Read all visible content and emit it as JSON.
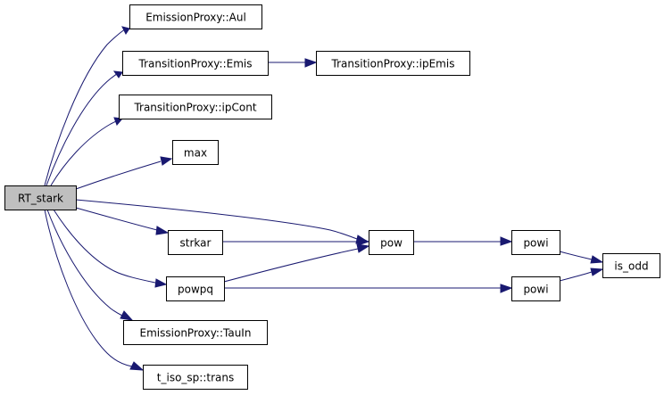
{
  "graph": {
    "edge_color": "#191970",
    "root_fill": "#bfbfbf",
    "nodes": [
      {
        "id": "rt_stark",
        "label": "RT_stark",
        "root": true
      },
      {
        "id": "emission_aul",
        "label": "EmissionProxy::Aul"
      },
      {
        "id": "transition_emis",
        "label": "TransitionProxy::Emis"
      },
      {
        "id": "transition_ipemis",
        "label": "TransitionProxy::ipEmis"
      },
      {
        "id": "transition_ipcont",
        "label": "TransitionProxy::ipCont"
      },
      {
        "id": "max",
        "label": "max"
      },
      {
        "id": "strkar",
        "label": "strkar"
      },
      {
        "id": "pow",
        "label": "pow"
      },
      {
        "id": "powi_1",
        "label": "powi"
      },
      {
        "id": "is_odd",
        "label": "is_odd"
      },
      {
        "id": "powpq",
        "label": "powpq"
      },
      {
        "id": "powi_2",
        "label": "powi"
      },
      {
        "id": "emission_tauin",
        "label": "EmissionProxy::TauIn"
      },
      {
        "id": "t_iso_sp_trans",
        "label": "t_iso_sp::trans"
      }
    ],
    "edges": [
      {
        "from": "rt_stark",
        "to": "emission_aul"
      },
      {
        "from": "rt_stark",
        "to": "transition_emis"
      },
      {
        "from": "rt_stark",
        "to": "transition_ipcont"
      },
      {
        "from": "rt_stark",
        "to": "max"
      },
      {
        "from": "rt_stark",
        "to": "pow"
      },
      {
        "from": "rt_stark",
        "to": "strkar"
      },
      {
        "from": "rt_stark",
        "to": "powpq"
      },
      {
        "from": "rt_stark",
        "to": "emission_tauin"
      },
      {
        "from": "rt_stark",
        "to": "t_iso_sp_trans"
      },
      {
        "from": "transition_emis",
        "to": "transition_ipemis"
      },
      {
        "from": "strkar",
        "to": "pow"
      },
      {
        "from": "pow",
        "to": "powi_1"
      },
      {
        "from": "powi_1",
        "to": "is_odd"
      },
      {
        "from": "powpq",
        "to": "pow"
      },
      {
        "from": "powpq",
        "to": "powi_2"
      },
      {
        "from": "powi_2",
        "to": "is_odd"
      }
    ]
  }
}
